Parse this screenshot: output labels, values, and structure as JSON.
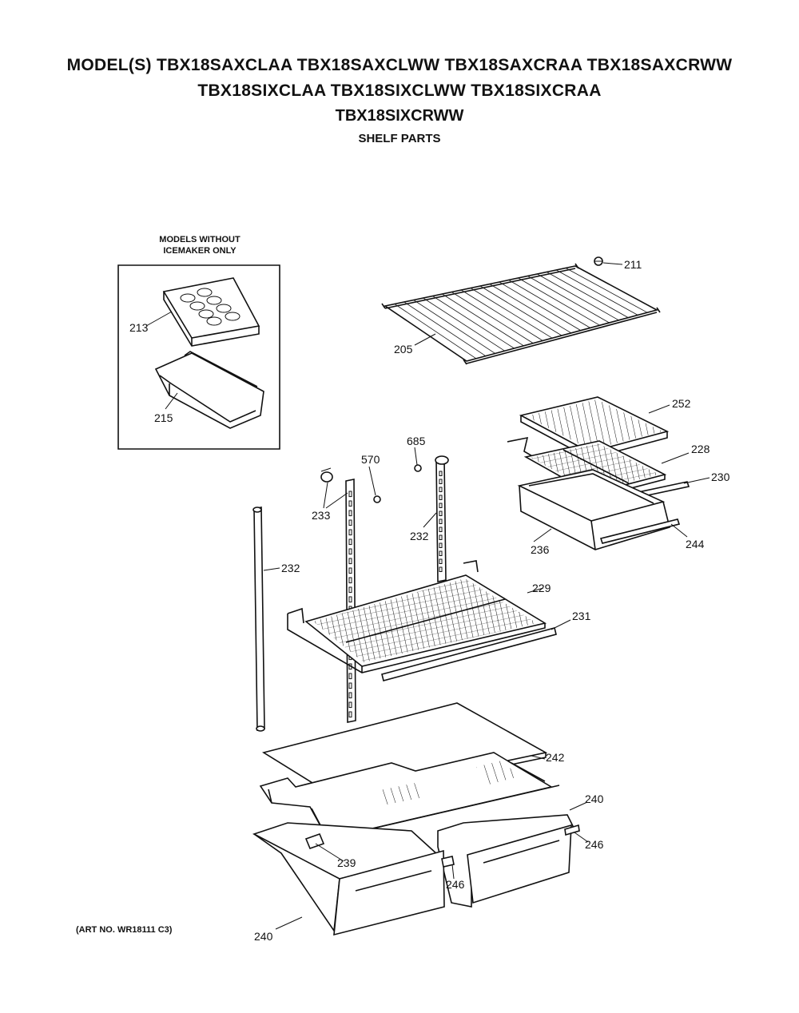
{
  "header": {
    "line1": "MODEL(S) TBX18SAXCLAA  TBX18SAXCLWW  TBX18SAXCRAA  TBX18SAXCRWW",
    "line2": "TBX18SIXCLAA  TBX18SIXCLWW  TBX18SIXCRAA",
    "line3": "TBX18SIXCRWW",
    "subtitle": "SHELF PARTS"
  },
  "inset": {
    "note_line1": "MODELS WITHOUT",
    "note_line2": "ICEMAKER ONLY"
  },
  "callouts": {
    "p211": "211",
    "p205": "205",
    "p213": "213",
    "p215": "215",
    "p252": "252",
    "p228": "228",
    "p230": "230",
    "p236": "236",
    "p244": "244",
    "p685": "685",
    "p570": "570",
    "p233": "233",
    "p232a": "232",
    "p232b": "232",
    "p229": "229",
    "p231": "231",
    "p242": "242",
    "p240a": "240",
    "p246a": "246",
    "p239": "239",
    "p246b": "246",
    "p240b": "240"
  },
  "art_no": "(ART NO. WR18111 C3)"
}
